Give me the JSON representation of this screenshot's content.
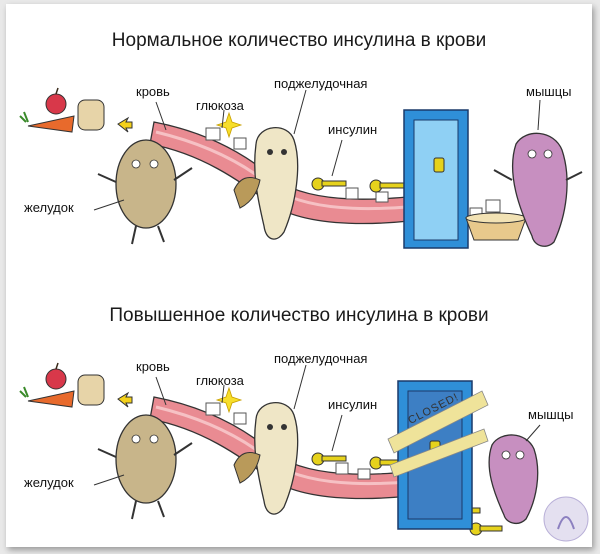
{
  "panels": [
    {
      "title": "Нормальное количество инсулина в крови",
      "labels": {
        "blood": "кровь",
        "glucose": "глюкоза",
        "pancreas": "поджелудочная",
        "insulin": "инсулин",
        "muscles": "мышцы",
        "stomach": "желудок"
      },
      "door_closed": false
    },
    {
      "title": "Повышенное количество инсулина в крови",
      "labels": {
        "blood": "кровь",
        "glucose": "глюкоза",
        "pancreas": "поджелудочная",
        "insulin": "инсулин",
        "muscles": "мышцы",
        "stomach": "желудок"
      },
      "door_sign": "CLOSED!",
      "door_closed": true
    }
  ],
  "colors": {
    "door": "#2f8fd8",
    "vessel": "#e98b92",
    "stomach": "#c8b58a",
    "pancreas": "#efe6c6",
    "muscle": "#c78fc0",
    "key": "#e6d21c",
    "sign": "#efe39a"
  }
}
